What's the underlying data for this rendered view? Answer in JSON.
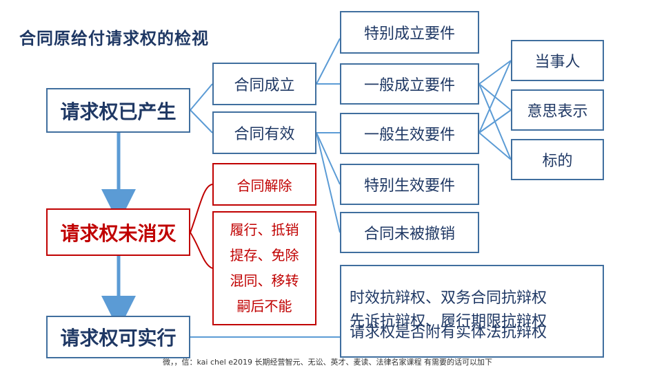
{
  "title": "合同原给付请求权的检视",
  "stages": {
    "produced": "请求权已产生",
    "not_extinguished": "请求权未消灭",
    "enforceable": "请求权可实行"
  },
  "branches": {
    "formation": "合同成立",
    "validity": "合同有效",
    "rescission": "合同解除",
    "extinction_causes": [
      "履行、抵销",
      "提存、免除",
      "混同、移转",
      "嗣后不能"
    ]
  },
  "requirements": {
    "special_formation": "特别成立要件",
    "general_formation": "一般成立要件",
    "general_validity": "一般生效要件",
    "special_validity": "特别生效要件",
    "not_revoked": "合同未被撤销"
  },
  "elements": {
    "parties": "当事人",
    "intent": "意思表示",
    "subject": "标的"
  },
  "defenses": {
    "line1": "时效抗辩权、双务合同抗辩权",
    "line2": "先诉抗辩权、履行期限抗辩权",
    "line3": "请求权是否附有实体法抗辩权"
  },
  "footer": "微，，信：kai chel e2019 长期经营智元、无讼、英才、麦读、法律名家课程 有需要的话可以加下",
  "colors": {
    "blue": "#3f6e9e",
    "red": "#c00000",
    "title": "#1f3864",
    "arrow": "#5b9bd5",
    "line": "#5b9bd5"
  }
}
